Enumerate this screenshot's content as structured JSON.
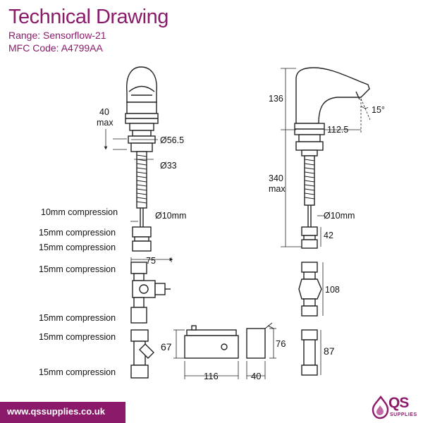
{
  "header": {
    "title": "Technical Drawing",
    "range_key": "Range:",
    "range_value": "Sensorflow-21",
    "mfc_key": "MFC Code:",
    "mfc_value": "A4799AA"
  },
  "front_view": {
    "dim_40_max": "40",
    "dim_40_max_unit": "max",
    "dim_d56": "Ø56.5",
    "dim_d33": "Ø33",
    "dim_d10": "Ø10mm",
    "label_10mm": "10mm compression",
    "label_15mm_a": "15mm compression",
    "label_15mm_b": "15mm compression",
    "label_15mm_c": "15mm compression",
    "label_15mm_d": "15mm compression",
    "label_15mm_e": "15mm compression",
    "label_15mm_f": "15mm compression",
    "dim_75": "75"
  },
  "side_view": {
    "dim_136": "136",
    "dim_15deg": "15°",
    "dim_112_5": "112.5",
    "dim_340": "340",
    "dim_340_unit": "max",
    "dim_d10": "Ø10mm",
    "dim_42": "42",
    "dim_108": "108",
    "dim_87": "87"
  },
  "control_box": {
    "dim_67": "67",
    "dim_116": "116",
    "dim_76": "76",
    "dim_40": "40"
  },
  "footer": {
    "url": "www.qssupplies.co.uk",
    "logo_text": "QS",
    "logo_sub": "SUPPLIES"
  },
  "colors": {
    "brand": "#8b1a6b",
    "line": "#222222"
  }
}
